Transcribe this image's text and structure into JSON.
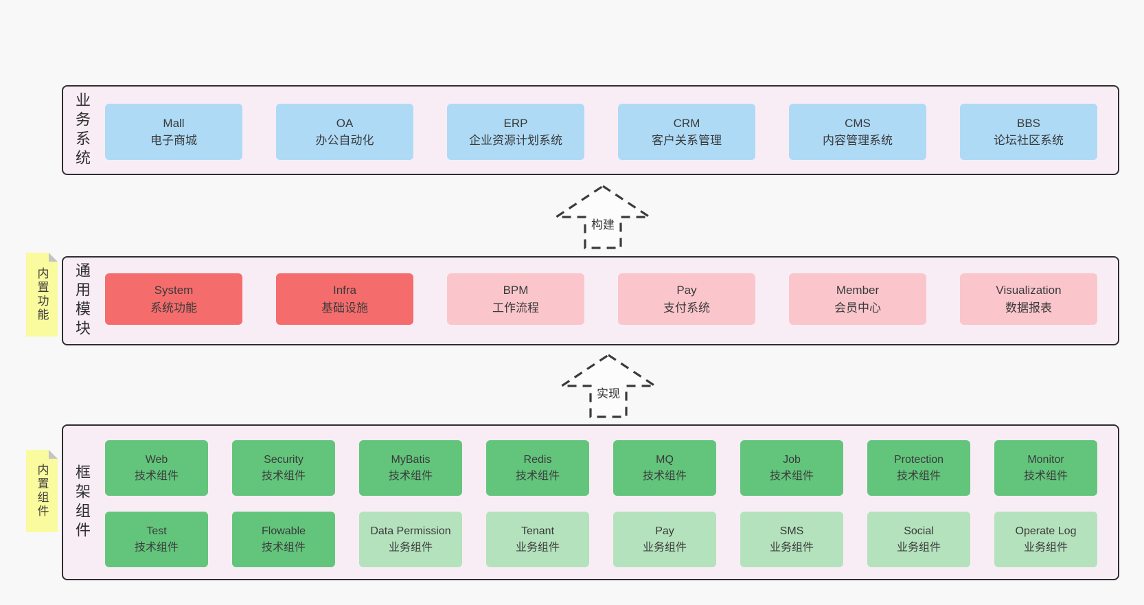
{
  "colors": {
    "background": "#f8f8f8",
    "panel_bg": "#f9edf5",
    "panel_border": "#2e2e2e",
    "blue_box": "#aedaf6",
    "red_box": "#f56c6c",
    "pink_box": "#fac6cc",
    "green_box": "#63c57c",
    "light_green_box": "#b4e2bd",
    "sticky_yellow": "#fafa9e"
  },
  "layers": [
    {
      "label": "业务系统",
      "boxes": [
        {
          "en": "Mall",
          "zh": "电子商城"
        },
        {
          "en": "OA",
          "zh": "办公自动化"
        },
        {
          "en": "ERP",
          "zh": "企业资源计划系统"
        },
        {
          "en": "CRM",
          "zh": "客户关系管理"
        },
        {
          "en": "CMS",
          "zh": "内容管理系统"
        },
        {
          "en": "BBS",
          "zh": "论坛社区系统"
        }
      ]
    },
    {
      "label": "通用模块",
      "sticky": "内置功能",
      "boxes": [
        {
          "en": "System",
          "zh": "系统功能"
        },
        {
          "en": "Infra",
          "zh": "基础设施"
        },
        {
          "en": "BPM",
          "zh": "工作流程"
        },
        {
          "en": "Pay",
          "zh": "支付系统"
        },
        {
          "en": "Member",
          "zh": "会员中心"
        },
        {
          "en": "Visualization",
          "zh": "数据报表"
        }
      ]
    },
    {
      "label": "框架组件",
      "sticky": "内置组件",
      "rows": [
        [
          {
            "en": "Web",
            "zh": "技术组件"
          },
          {
            "en": "Security",
            "zh": "技术组件"
          },
          {
            "en": "MyBatis",
            "zh": "技术组件"
          },
          {
            "en": "Redis",
            "zh": "技术组件"
          },
          {
            "en": "MQ",
            "zh": "技术组件"
          },
          {
            "en": "Job",
            "zh": "技术组件"
          },
          {
            "en": "Protection",
            "zh": "技术组件"
          },
          {
            "en": "Monitor",
            "zh": "技术组件"
          }
        ],
        [
          {
            "en": "Test",
            "zh": "技术组件"
          },
          {
            "en": "Flowable",
            "zh": "技术组件"
          },
          {
            "en": "Data Permission",
            "zh": "业务组件"
          },
          {
            "en": "Tenant",
            "zh": "业务组件"
          },
          {
            "en": "Pay",
            "zh": "业务组件"
          },
          {
            "en": "SMS",
            "zh": "业务组件"
          },
          {
            "en": "Social",
            "zh": "业务组件"
          },
          {
            "en": "Operate Log",
            "zh": "业务组件"
          }
        ]
      ]
    }
  ],
  "arrows": [
    {
      "label": "构建"
    },
    {
      "label": "实现"
    }
  ]
}
